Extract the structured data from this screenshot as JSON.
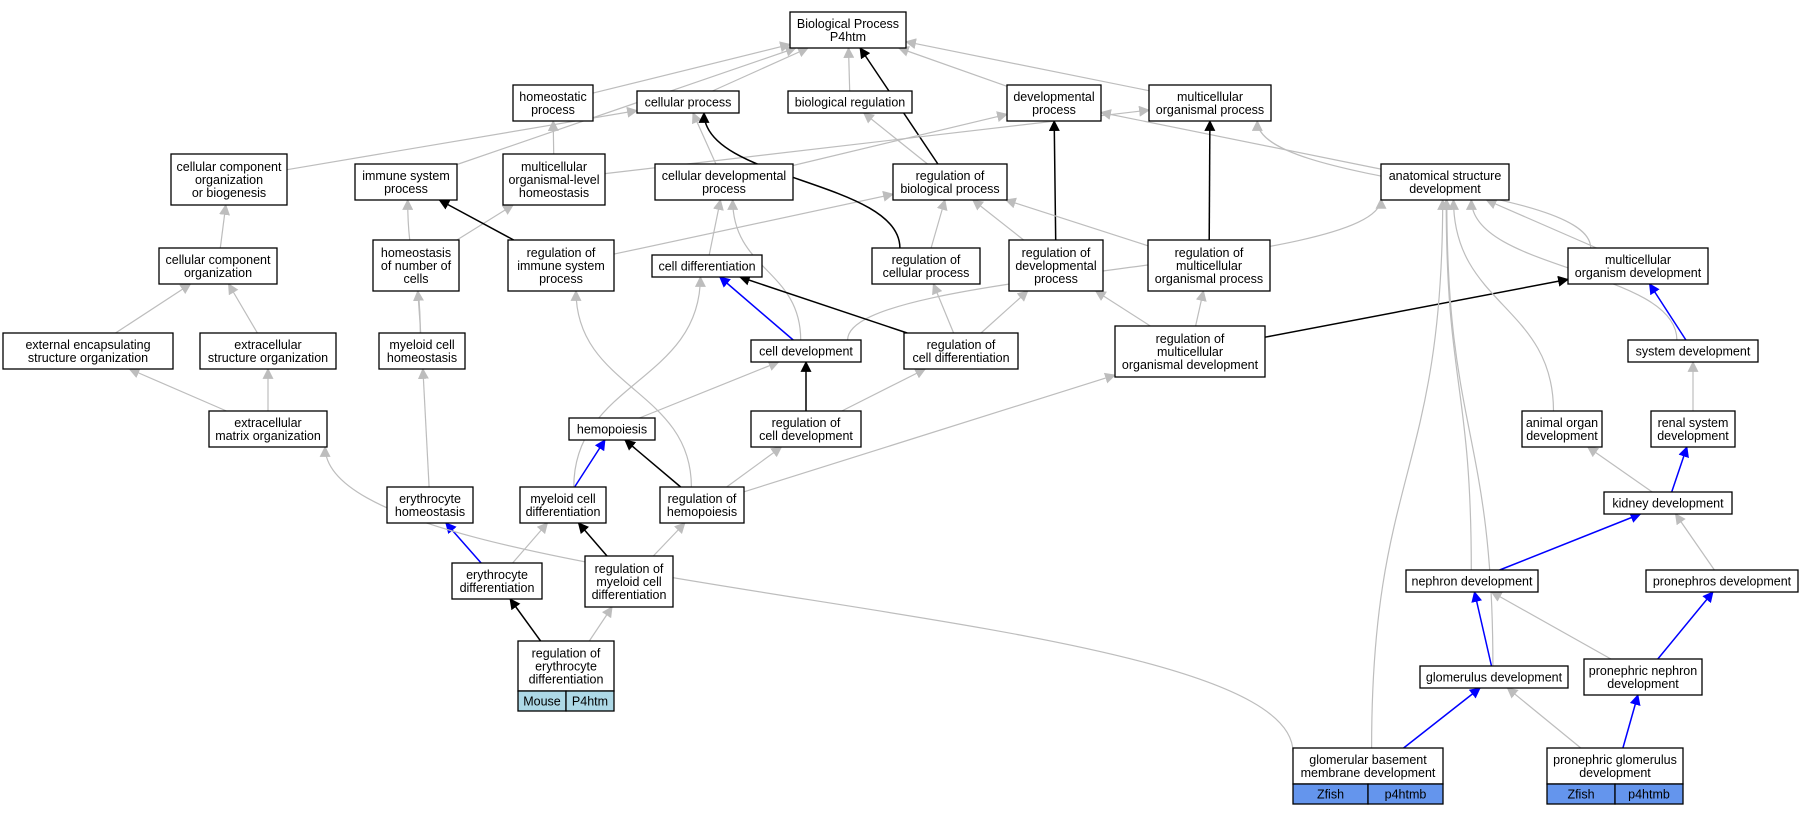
{
  "colors": {
    "gray_edge": "#bdbdbd",
    "black_edge": "#000000",
    "blue_edge": "#0000ff",
    "species_light": "#add8e6",
    "species_dark": "#6495ed",
    "node_fill": "#ffffff",
    "node_border": "#000000"
  },
  "nodes": [
    {
      "id": "bp",
      "lines": [
        "Biological Process",
        "P4htm"
      ]
    },
    {
      "id": "homeostatic",
      "lines": [
        "homeostatic",
        "process"
      ]
    },
    {
      "id": "cellproc",
      "lines": [
        "cellular process"
      ]
    },
    {
      "id": "bioreg",
      "lines": [
        "biological regulation"
      ]
    },
    {
      "id": "devproc",
      "lines": [
        "developmental",
        "process"
      ]
    },
    {
      "id": "multiorg",
      "lines": [
        "multicellular",
        "organismal process"
      ]
    },
    {
      "id": "ccobio",
      "lines": [
        "cellular component",
        "organization",
        "or biogenesis"
      ]
    },
    {
      "id": "immune",
      "lines": [
        "immune system",
        "process"
      ]
    },
    {
      "id": "multihomeo",
      "lines": [
        "multicellular",
        "organismal-level",
        "homeostasis"
      ]
    },
    {
      "id": "celldevproc",
      "lines": [
        "cellular developmental",
        "process"
      ]
    },
    {
      "id": "regbio",
      "lines": [
        "regulation of",
        "biological process"
      ]
    },
    {
      "id": "anatdev",
      "lines": [
        "anatomical structure",
        "development"
      ]
    },
    {
      "id": "cco",
      "lines": [
        "cellular component",
        "organization"
      ]
    },
    {
      "id": "homeonum",
      "lines": [
        "homeostasis",
        "of number of",
        "cells"
      ]
    },
    {
      "id": "regimmune",
      "lines": [
        "regulation of",
        "immune system",
        "process"
      ]
    },
    {
      "id": "celldiff",
      "lines": [
        "cell differentiation"
      ]
    },
    {
      "id": "regcellproc",
      "lines": [
        "regulation of",
        "cellular process"
      ]
    },
    {
      "id": "regdevproc",
      "lines": [
        "regulation of",
        "developmental",
        "process"
      ]
    },
    {
      "id": "regmultiorg",
      "lines": [
        "regulation of",
        "multicellular",
        "organismal process"
      ]
    },
    {
      "id": "multiorgdev",
      "lines": [
        "multicellular",
        "organism development"
      ]
    },
    {
      "id": "extencap",
      "lines": [
        "external encapsulating",
        "structure organization"
      ]
    },
    {
      "id": "extracell",
      "lines": [
        "extracellular",
        "structure organization"
      ]
    },
    {
      "id": "myeloidhomeo",
      "lines": [
        "myeloid cell",
        "homeostasis"
      ]
    },
    {
      "id": "celldev",
      "lines": [
        "cell development"
      ]
    },
    {
      "id": "regcelldiff",
      "lines": [
        "regulation of",
        "cell differentiation"
      ]
    },
    {
      "id": "regmultidev",
      "lines": [
        "regulation of",
        "multicellular",
        "organismal development"
      ]
    },
    {
      "id": "sysdev",
      "lines": [
        "system development"
      ]
    },
    {
      "id": "ecmorg",
      "lines": [
        "extracellular",
        "matrix organization"
      ]
    },
    {
      "id": "hemo",
      "lines": [
        "hemopoiesis"
      ]
    },
    {
      "id": "regcelldev",
      "lines": [
        "regulation of",
        "cell development"
      ]
    },
    {
      "id": "animalorgan",
      "lines": [
        "animal organ",
        "development"
      ]
    },
    {
      "id": "renal",
      "lines": [
        "renal system",
        "development"
      ]
    },
    {
      "id": "erythhomeo",
      "lines": [
        "erythrocyte",
        "homeostasis"
      ]
    },
    {
      "id": "myeloiddiff",
      "lines": [
        "myeloid cell",
        "differentiation"
      ]
    },
    {
      "id": "reghemo",
      "lines": [
        "regulation of",
        "hemopoiesis"
      ]
    },
    {
      "id": "kidney",
      "lines": [
        "kidney development"
      ]
    },
    {
      "id": "erythdiff",
      "lines": [
        "erythrocyte",
        "differentiation"
      ]
    },
    {
      "id": "regmyeloid",
      "lines": [
        "regulation of",
        "myeloid cell",
        "differentiation"
      ]
    },
    {
      "id": "nephron",
      "lines": [
        "nephron development"
      ]
    },
    {
      "id": "pronephros",
      "lines": [
        "pronephros development"
      ]
    },
    {
      "id": "regeryth",
      "lines": [
        "regulation of",
        "erythrocyte",
        "differentiation"
      ],
      "tags": [
        "Mouse",
        "P4htm"
      ]
    },
    {
      "id": "glomdev",
      "lines": [
        "glomerulus development"
      ]
    },
    {
      "id": "pronnephron",
      "lines": [
        "pronephric nephron",
        "development"
      ]
    },
    {
      "id": "glombm",
      "lines": [
        "glomerular basement",
        "membrane development"
      ],
      "tags": [
        "Zfish",
        "p4htmb"
      ]
    },
    {
      "id": "pronglom",
      "lines": [
        "pronephric glomerulus",
        "development"
      ],
      "tags": [
        "Zfish",
        "p4htmb"
      ]
    }
  ],
  "edges": [
    {
      "from": "homeostatic",
      "to": "bp",
      "type": "gray"
    },
    {
      "from": "cellproc",
      "to": "bp",
      "type": "gray"
    },
    {
      "from": "bioreg",
      "to": "bp",
      "type": "gray"
    },
    {
      "from": "devproc",
      "to": "bp",
      "type": "gray"
    },
    {
      "from": "multiorg",
      "to": "bp",
      "type": "gray"
    },
    {
      "from": "immune",
      "to": "bp",
      "type": "gray"
    },
    {
      "from": "regbio",
      "to": "bp",
      "type": "black"
    },
    {
      "from": "ccobio",
      "to": "cellproc",
      "type": "gray"
    },
    {
      "from": "multihomeo",
      "to": "homeostatic",
      "type": "gray"
    },
    {
      "from": "multihomeo",
      "to": "multiorg",
      "type": "gray"
    },
    {
      "from": "celldevproc",
      "to": "cellproc",
      "type": "gray"
    },
    {
      "from": "celldevproc",
      "to": "devproc",
      "type": "gray"
    },
    {
      "from": "regbio",
      "to": "bioreg",
      "type": "gray"
    },
    {
      "from": "anatdev",
      "to": "devproc",
      "type": "gray"
    },
    {
      "from": "cco",
      "to": "ccobio",
      "type": "gray"
    },
    {
      "from": "homeonum",
      "to": "multihomeo",
      "type": "gray"
    },
    {
      "from": "regimmune",
      "to": "immune",
      "type": "black"
    },
    {
      "from": "regimmune",
      "to": "regbio",
      "type": "gray"
    },
    {
      "from": "celldiff",
      "to": "celldevproc",
      "type": "gray"
    },
    {
      "from": "regcellproc",
      "to": "cellproc",
      "type": "black"
    },
    {
      "from": "regcellproc",
      "to": "regbio",
      "type": "gray"
    },
    {
      "from": "regdevproc",
      "to": "devproc",
      "type": "black"
    },
    {
      "from": "regdevproc",
      "to": "regbio",
      "type": "gray"
    },
    {
      "from": "regmultiorg",
      "to": "multiorg",
      "type": "black"
    },
    {
      "from": "regmultiorg",
      "to": "regbio",
      "type": "gray"
    },
    {
      "from": "multiorgdev",
      "to": "anatdev",
      "type": "gray"
    },
    {
      "from": "multiorgdev",
      "to": "multiorg",
      "type": "gray"
    },
    {
      "from": "extencap",
      "to": "cco",
      "type": "gray"
    },
    {
      "from": "extracell",
      "to": "cco",
      "type": "gray"
    },
    {
      "from": "myeloidhomeo",
      "to": "homeonum",
      "type": "gray"
    },
    {
      "from": "myeloidhomeo",
      "to": "immune",
      "type": "gray"
    },
    {
      "from": "celldev",
      "to": "celldiff",
      "type": "blue"
    },
    {
      "from": "celldev",
      "to": "celldevproc",
      "type": "gray"
    },
    {
      "from": "celldev",
      "to": "anatdev",
      "type": "gray"
    },
    {
      "from": "regcelldiff",
      "to": "celldiff",
      "type": "black"
    },
    {
      "from": "regcelldiff",
      "to": "regcellproc",
      "type": "gray"
    },
    {
      "from": "regcelldiff",
      "to": "regdevproc",
      "type": "gray"
    },
    {
      "from": "regmultidev",
      "to": "multiorgdev",
      "type": "black"
    },
    {
      "from": "regmultidev",
      "to": "regdevproc",
      "type": "gray"
    },
    {
      "from": "regmultidev",
      "to": "regmultiorg",
      "type": "gray"
    },
    {
      "from": "sysdev",
      "to": "multiorgdev",
      "type": "blue"
    },
    {
      "from": "sysdev",
      "to": "anatdev",
      "type": "gray"
    },
    {
      "from": "ecmorg",
      "to": "extencap",
      "type": "gray"
    },
    {
      "from": "ecmorg",
      "to": "extracell",
      "type": "gray"
    },
    {
      "from": "hemo",
      "to": "celldev",
      "type": "gray"
    },
    {
      "from": "regcelldev",
      "to": "celldev",
      "type": "black"
    },
    {
      "from": "regcelldev",
      "to": "regcelldiff",
      "type": "gray"
    },
    {
      "from": "animalorgan",
      "to": "anatdev",
      "type": "gray"
    },
    {
      "from": "renal",
      "to": "sysdev",
      "type": "gray"
    },
    {
      "from": "erythhomeo",
      "to": "myeloidhomeo",
      "type": "gray"
    },
    {
      "from": "myeloiddiff",
      "to": "hemo",
      "type": "blue"
    },
    {
      "from": "myeloiddiff",
      "to": "celldiff",
      "type": "gray"
    },
    {
      "from": "reghemo",
      "to": "hemo",
      "type": "black"
    },
    {
      "from": "reghemo",
      "to": "regcelldev",
      "type": "gray"
    },
    {
      "from": "reghemo",
      "to": "regimmune",
      "type": "gray"
    },
    {
      "from": "reghemo",
      "to": "regmultidev",
      "type": "gray"
    },
    {
      "from": "kidney",
      "to": "renal",
      "type": "blue"
    },
    {
      "from": "kidney",
      "to": "animalorgan",
      "type": "gray"
    },
    {
      "from": "erythdiff",
      "to": "erythhomeo",
      "type": "blue"
    },
    {
      "from": "erythdiff",
      "to": "myeloiddiff",
      "type": "gray"
    },
    {
      "from": "regmyeloid",
      "to": "myeloiddiff",
      "type": "black"
    },
    {
      "from": "regmyeloid",
      "to": "reghemo",
      "type": "gray"
    },
    {
      "from": "nephron",
      "to": "kidney",
      "type": "blue"
    },
    {
      "from": "nephron",
      "to": "anatdev",
      "type": "gray"
    },
    {
      "from": "pronephros",
      "to": "kidney",
      "type": "gray"
    },
    {
      "from": "regeryth",
      "to": "erythdiff",
      "type": "black"
    },
    {
      "from": "regeryth",
      "to": "regmyeloid",
      "type": "gray"
    },
    {
      "from": "glomdev",
      "to": "nephron",
      "type": "blue"
    },
    {
      "from": "glomdev",
      "to": "anatdev",
      "type": "gray"
    },
    {
      "from": "pronnephron",
      "to": "pronephros",
      "type": "blue"
    },
    {
      "from": "pronnephron",
      "to": "nephron",
      "type": "gray"
    },
    {
      "from": "glombm",
      "to": "glomdev",
      "type": "blue"
    },
    {
      "from": "glombm",
      "to": "anatdev",
      "type": "gray"
    },
    {
      "from": "glombm",
      "to": "ecmorg",
      "type": "gray"
    },
    {
      "from": "pronglom",
      "to": "pronnephron",
      "type": "blue"
    },
    {
      "from": "pronglom",
      "to": "glomdev",
      "type": "gray"
    }
  ]
}
